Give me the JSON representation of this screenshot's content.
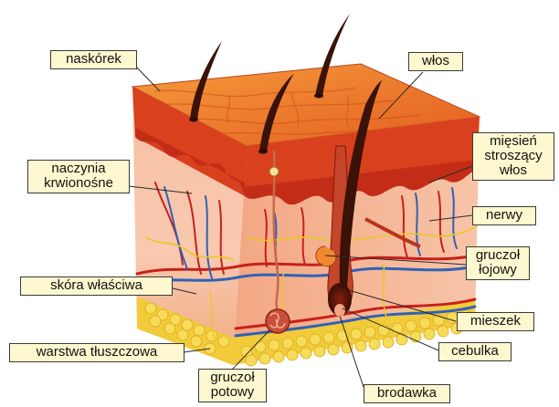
{
  "labels": {
    "epidermis": "naskórek",
    "hair": "włos",
    "arrector_pili": "mięsień\nstroszący\nwłos",
    "blood_vessels": "naczynia\nkrwionośne",
    "nerves": "nerwy",
    "sebaceous_gland": "gruczoł\nłojowy",
    "dermis": "skóra właściwa",
    "follicle": "mieszek",
    "fat_layer": "warstwa tłuszczowa",
    "bulb": "cebulka",
    "sweat_gland": "gruczoł\npotowy",
    "papilla": "brodawka"
  },
  "colors": {
    "label_bg": "#fdf8cf",
    "epidermis_top": "#f07a2a",
    "epidermis_side": "#c9361b",
    "dermis_front": "#f7b79a",
    "dermis_side": "#e9835a",
    "fat": "#f2cb3a",
    "artery": "#c8201a",
    "vein": "#2f62b8",
    "nerve": "#e8c820",
    "hair": "#3a1208"
  }
}
